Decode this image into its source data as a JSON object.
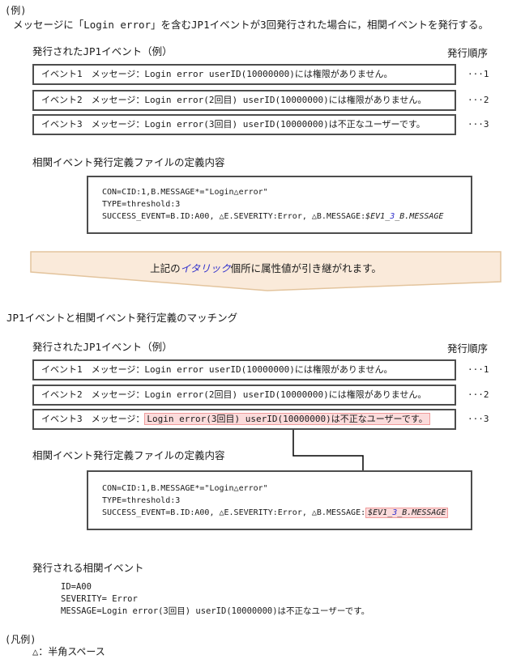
{
  "page": {
    "example_label": "(例)",
    "intro": "メッセージに「Login error」を含むJP1イベントが3回発行された場合に，相関イベントを発行する。",
    "matching_heading": "JP1イベントと相関イベント発行定義のマッチング"
  },
  "labels": {
    "issued_events": "発行されたJP1イベント（例）",
    "issue_order": "発行順序",
    "def_file": "相関イベント発行定義ファイルの定義内容",
    "issued_correlation": "発行される相関イベント",
    "legend_label": "(凡例)",
    "legend_item": "△：半角スペース"
  },
  "events": {
    "e1": "イベント1　メッセージ：Login error userID(10000000)には権限がありません。",
    "e2": "イベント2　メッセージ：Login error(2回目) userID(10000000)には権限がありません。",
    "e3": "イベント3　メッセージ：Login error(3回目) userID(10000000)は不正なユーザーです。",
    "e3_prefix": "イベント3　メッセージ：",
    "e3_highlight": "Login error(3回目) userID(10000000)は不正なユーザーです。",
    "orders": [
      "···1",
      "···2",
      "···3"
    ]
  },
  "definition": {
    "con_line": "CON=CID:1,B.MESSAGE*=\"Login△error\"",
    "type_line": "TYPE=threshold:3",
    "success_prefix": "SUCCESS_EVENT=B.ID:A00, △E.SEVERITY:Error, △B.MESSAGE:",
    "var_head": "$EV1_",
    "var_num": "3",
    "var_tail": "_B.MESSAGE"
  },
  "banner": {
    "pre": "上記の",
    "italic_word": "イタリック",
    "post": "個所に属性値が引き継がれます。"
  },
  "result": {
    "line1": "ID=A00",
    "line2": "SEVERITY= Error",
    "line3": "MESSAGE=Login error(3回目) userID(10000000)は不正なユーザーです。"
  },
  "colors": {
    "banner_fill": "#faeada",
    "banner_border": "#e3c49d",
    "highlight_fill": "#fbdbdb",
    "highlight_border": "#f09a9a",
    "accent_blue": "#3030cc",
    "box_border": "#4d4d4d",
    "arrow": "#000000"
  }
}
